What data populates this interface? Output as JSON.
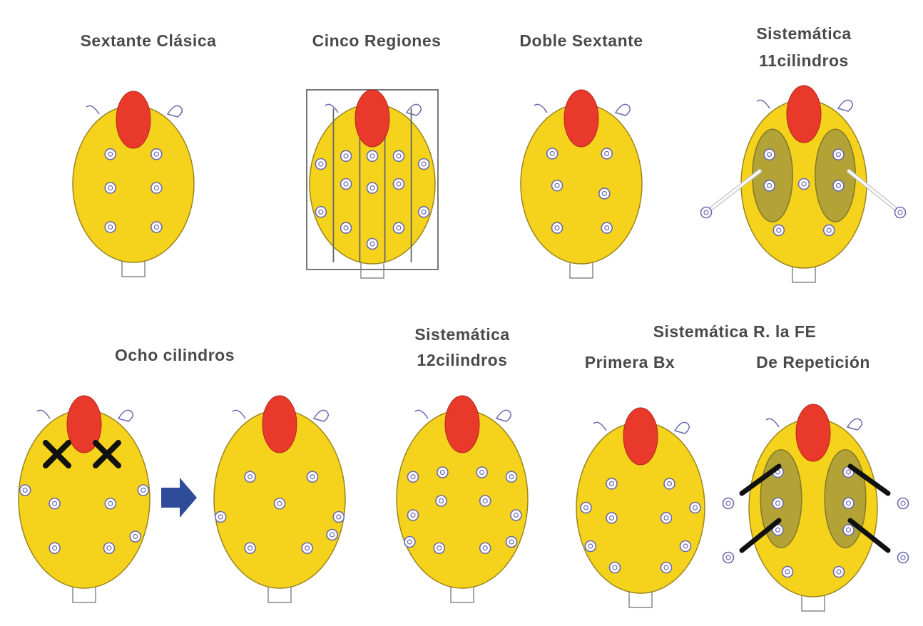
{
  "labels": {
    "sextante_clasica": "Sextante Clásica",
    "cinco_regiones": "Cinco Regiones",
    "doble_sextante": "Doble Sextante",
    "sistematica_11_l1": "Sistemática",
    "sistematica_11_l2": "11cilindros",
    "ocho_cilindros": "Ocho cilindros",
    "sistematica_12_l1": "Sistemática",
    "sistematica_12_l2": "12cilindros",
    "sistematica_fe": "Sistemática R. la FE",
    "primera_bx": "Primera Bx",
    "de_repeticion": "De Repetición"
  },
  "colors": {
    "prostate": "#f5d21c",
    "prostate_outline": "#9a8520",
    "urethra": "#e8392a",
    "lobe": "#a89a3a",
    "arrow_blue": "#2e4c9a",
    "needle": "#111111"
  }
}
